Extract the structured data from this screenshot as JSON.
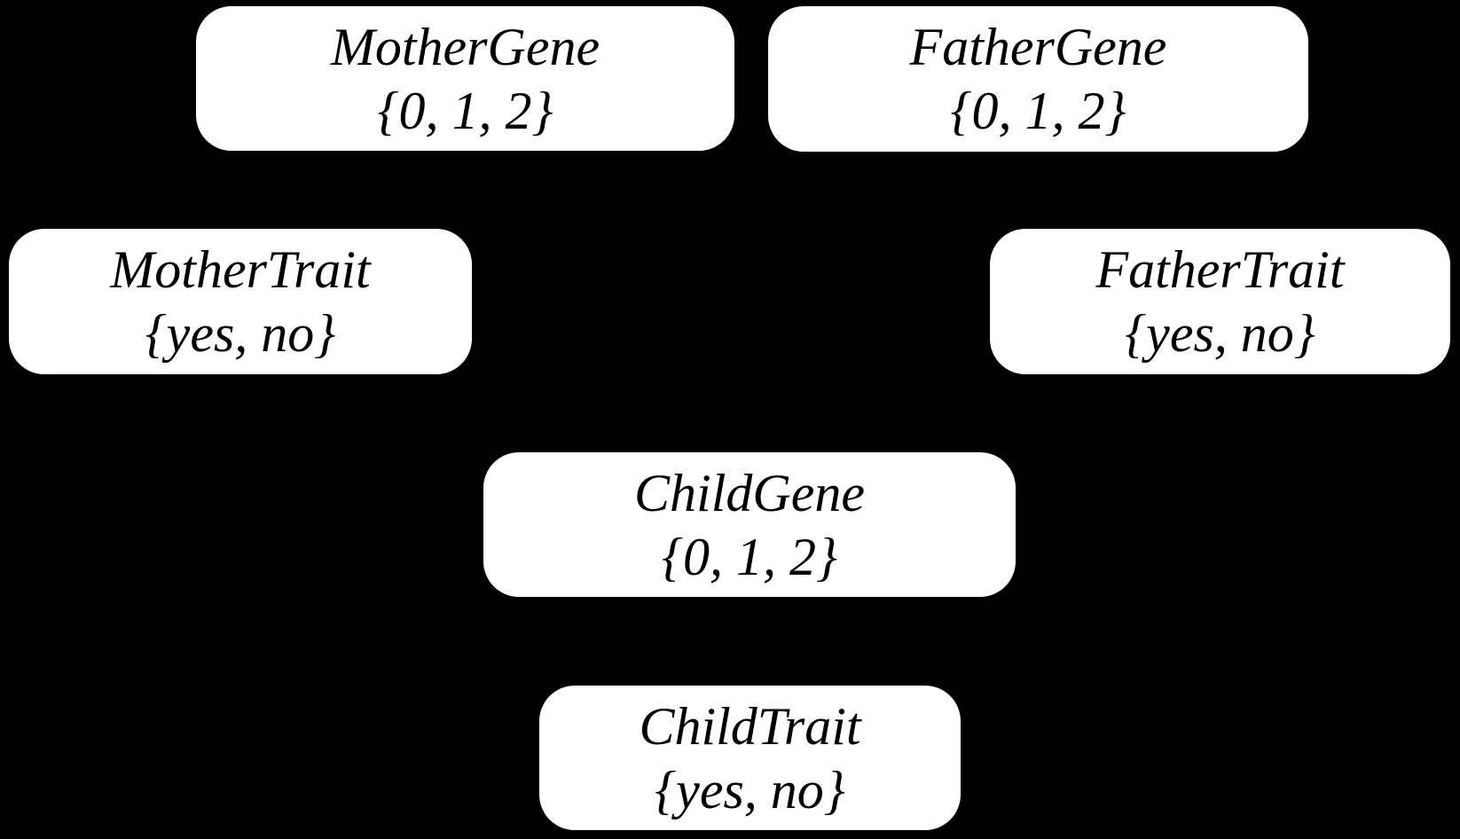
{
  "diagram": {
    "type": "bayesian-network-node-diagram",
    "background_color": "#000000",
    "node_fill_color": "#ffffff",
    "node_text_color": "#000000",
    "edges_visible": false,
    "nodes": [
      {
        "id": "mother-gene",
        "label": "MotherGene",
        "values": "{0, 1, 2}"
      },
      {
        "id": "father-gene",
        "label": "FatherGene",
        "values": "{0, 1, 2}"
      },
      {
        "id": "mother-trait",
        "label": "MotherTrait",
        "values": "{yes, no}"
      },
      {
        "id": "father-trait",
        "label": "FatherTrait",
        "values": "{yes, no}"
      },
      {
        "id": "child-gene",
        "label": "ChildGene",
        "values": "{0, 1, 2}"
      },
      {
        "id": "child-trait",
        "label": "ChildTrait",
        "values": "{yes, no}"
      }
    ]
  }
}
